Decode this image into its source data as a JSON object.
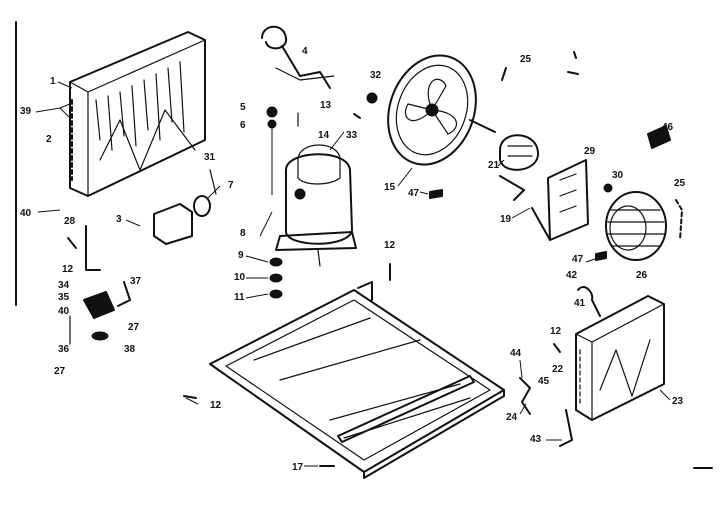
{
  "diagram": {
    "ink_color": "#111111",
    "background_color": "#ffffff",
    "labels": [
      {
        "id": "1",
        "text": "1"
      },
      {
        "id": "2",
        "text": "2"
      },
      {
        "id": "3",
        "text": "3"
      },
      {
        "id": "4",
        "text": "4"
      },
      {
        "id": "5",
        "text": "5"
      },
      {
        "id": "6",
        "text": "6"
      },
      {
        "id": "7",
        "text": "7"
      },
      {
        "id": "8",
        "text": "8"
      },
      {
        "id": "9",
        "text": "9"
      },
      {
        "id": "10",
        "text": "10"
      },
      {
        "id": "11",
        "text": "11"
      },
      {
        "id": "12a",
        "text": "12"
      },
      {
        "id": "12b",
        "text": "12"
      },
      {
        "id": "12c",
        "text": "12"
      },
      {
        "id": "12d",
        "text": "12"
      },
      {
        "id": "13",
        "text": "13"
      },
      {
        "id": "14",
        "text": "14"
      },
      {
        "id": "15",
        "text": "15"
      },
      {
        "id": "17",
        "text": "17"
      },
      {
        "id": "19",
        "text": "19"
      },
      {
        "id": "21",
        "text": "21"
      },
      {
        "id": "22",
        "text": "22"
      },
      {
        "id": "23",
        "text": "23"
      },
      {
        "id": "24",
        "text": "24"
      },
      {
        "id": "25a",
        "text": "25"
      },
      {
        "id": "25b",
        "text": "25"
      },
      {
        "id": "26",
        "text": "26"
      },
      {
        "id": "27a",
        "text": "27"
      },
      {
        "id": "27b",
        "text": "27"
      },
      {
        "id": "28",
        "text": "28"
      },
      {
        "id": "29",
        "text": "29"
      },
      {
        "id": "30",
        "text": "30"
      },
      {
        "id": "31",
        "text": "31"
      },
      {
        "id": "32",
        "text": "32"
      },
      {
        "id": "33",
        "text": "33"
      },
      {
        "id": "34",
        "text": "34"
      },
      {
        "id": "35",
        "text": "35"
      },
      {
        "id": "36",
        "text": "36"
      },
      {
        "id": "37",
        "text": "37"
      },
      {
        "id": "38",
        "text": "38"
      },
      {
        "id": "39",
        "text": "39"
      },
      {
        "id": "40a",
        "text": "40"
      },
      {
        "id": "40b",
        "text": "40"
      },
      {
        "id": "41",
        "text": "41"
      },
      {
        "id": "42",
        "text": "42"
      },
      {
        "id": "43",
        "text": "43"
      },
      {
        "id": "44",
        "text": "44"
      },
      {
        "id": "45",
        "text": "45"
      },
      {
        "id": "46",
        "text": "46"
      },
      {
        "id": "47a",
        "text": "47"
      },
      {
        "id": "47b",
        "text": "47"
      }
    ]
  }
}
